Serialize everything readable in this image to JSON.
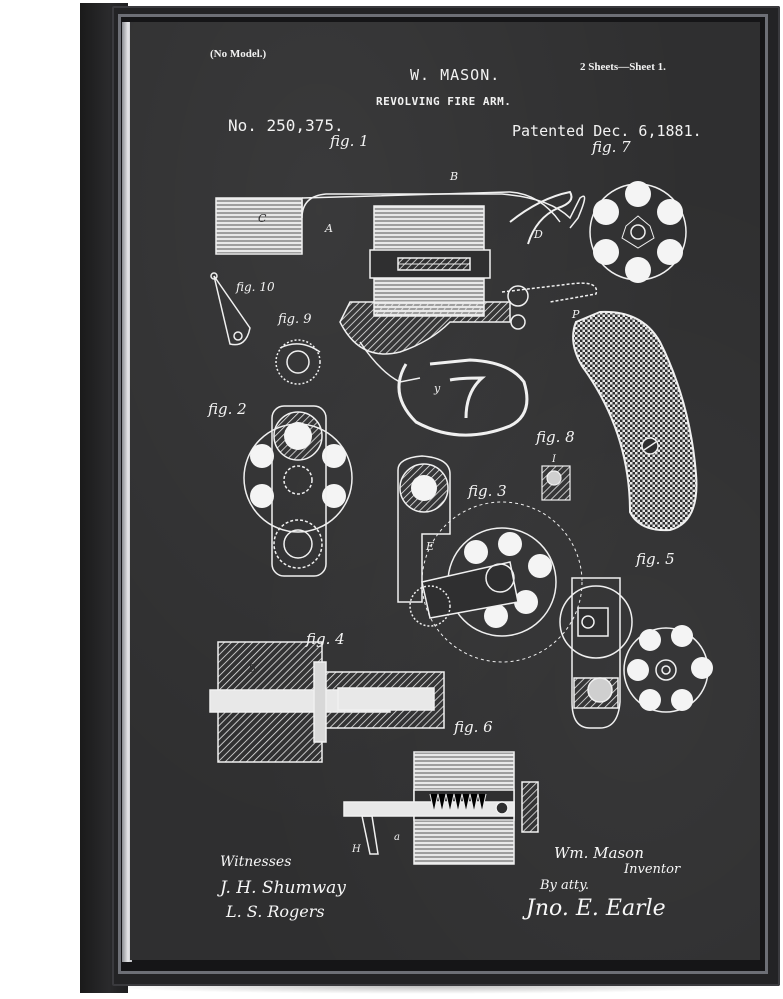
{
  "artwork": {
    "style": "chalkboard patent print",
    "frame_color": "#232325",
    "board_color": "#2f2f30",
    "chalk_color": "#f2f2f2"
  },
  "header": {
    "no_model": "(No Model.)",
    "inventor": "W. MASON.",
    "title": "REVOLVING FIRE ARM.",
    "sheets": "2 Sheets—Sheet 1.",
    "patent_number": "No. 250,375.",
    "patented": "Patented Dec. 6,1881."
  },
  "figures": {
    "fig1": "fig. 1",
    "fig2": "fig. 2",
    "fig3": "fig. 3",
    "fig4": "fig. 4",
    "fig5": "fig. 5",
    "fig6": "fig. 6",
    "fig7": "fig. 7",
    "fig8": "fig. 8",
    "fig9": "fig. 9",
    "fig10": "fig. 10"
  },
  "part_labels": {
    "A": "A",
    "B": "B",
    "C": "C",
    "D": "D",
    "E": "E",
    "P": "P",
    "y": "y",
    "H": "H",
    "a": "a",
    "I": "I"
  },
  "footer": {
    "witnesses_label": "Witnesses",
    "witness_1": "J. H. Shumway",
    "witness_2": "L. S. Rogers",
    "inventor_signature": "Wm. Mason",
    "inventor_label": "Inventor",
    "by_atty": "By atty.",
    "attorney_signature": "Jno. E. Earle"
  }
}
